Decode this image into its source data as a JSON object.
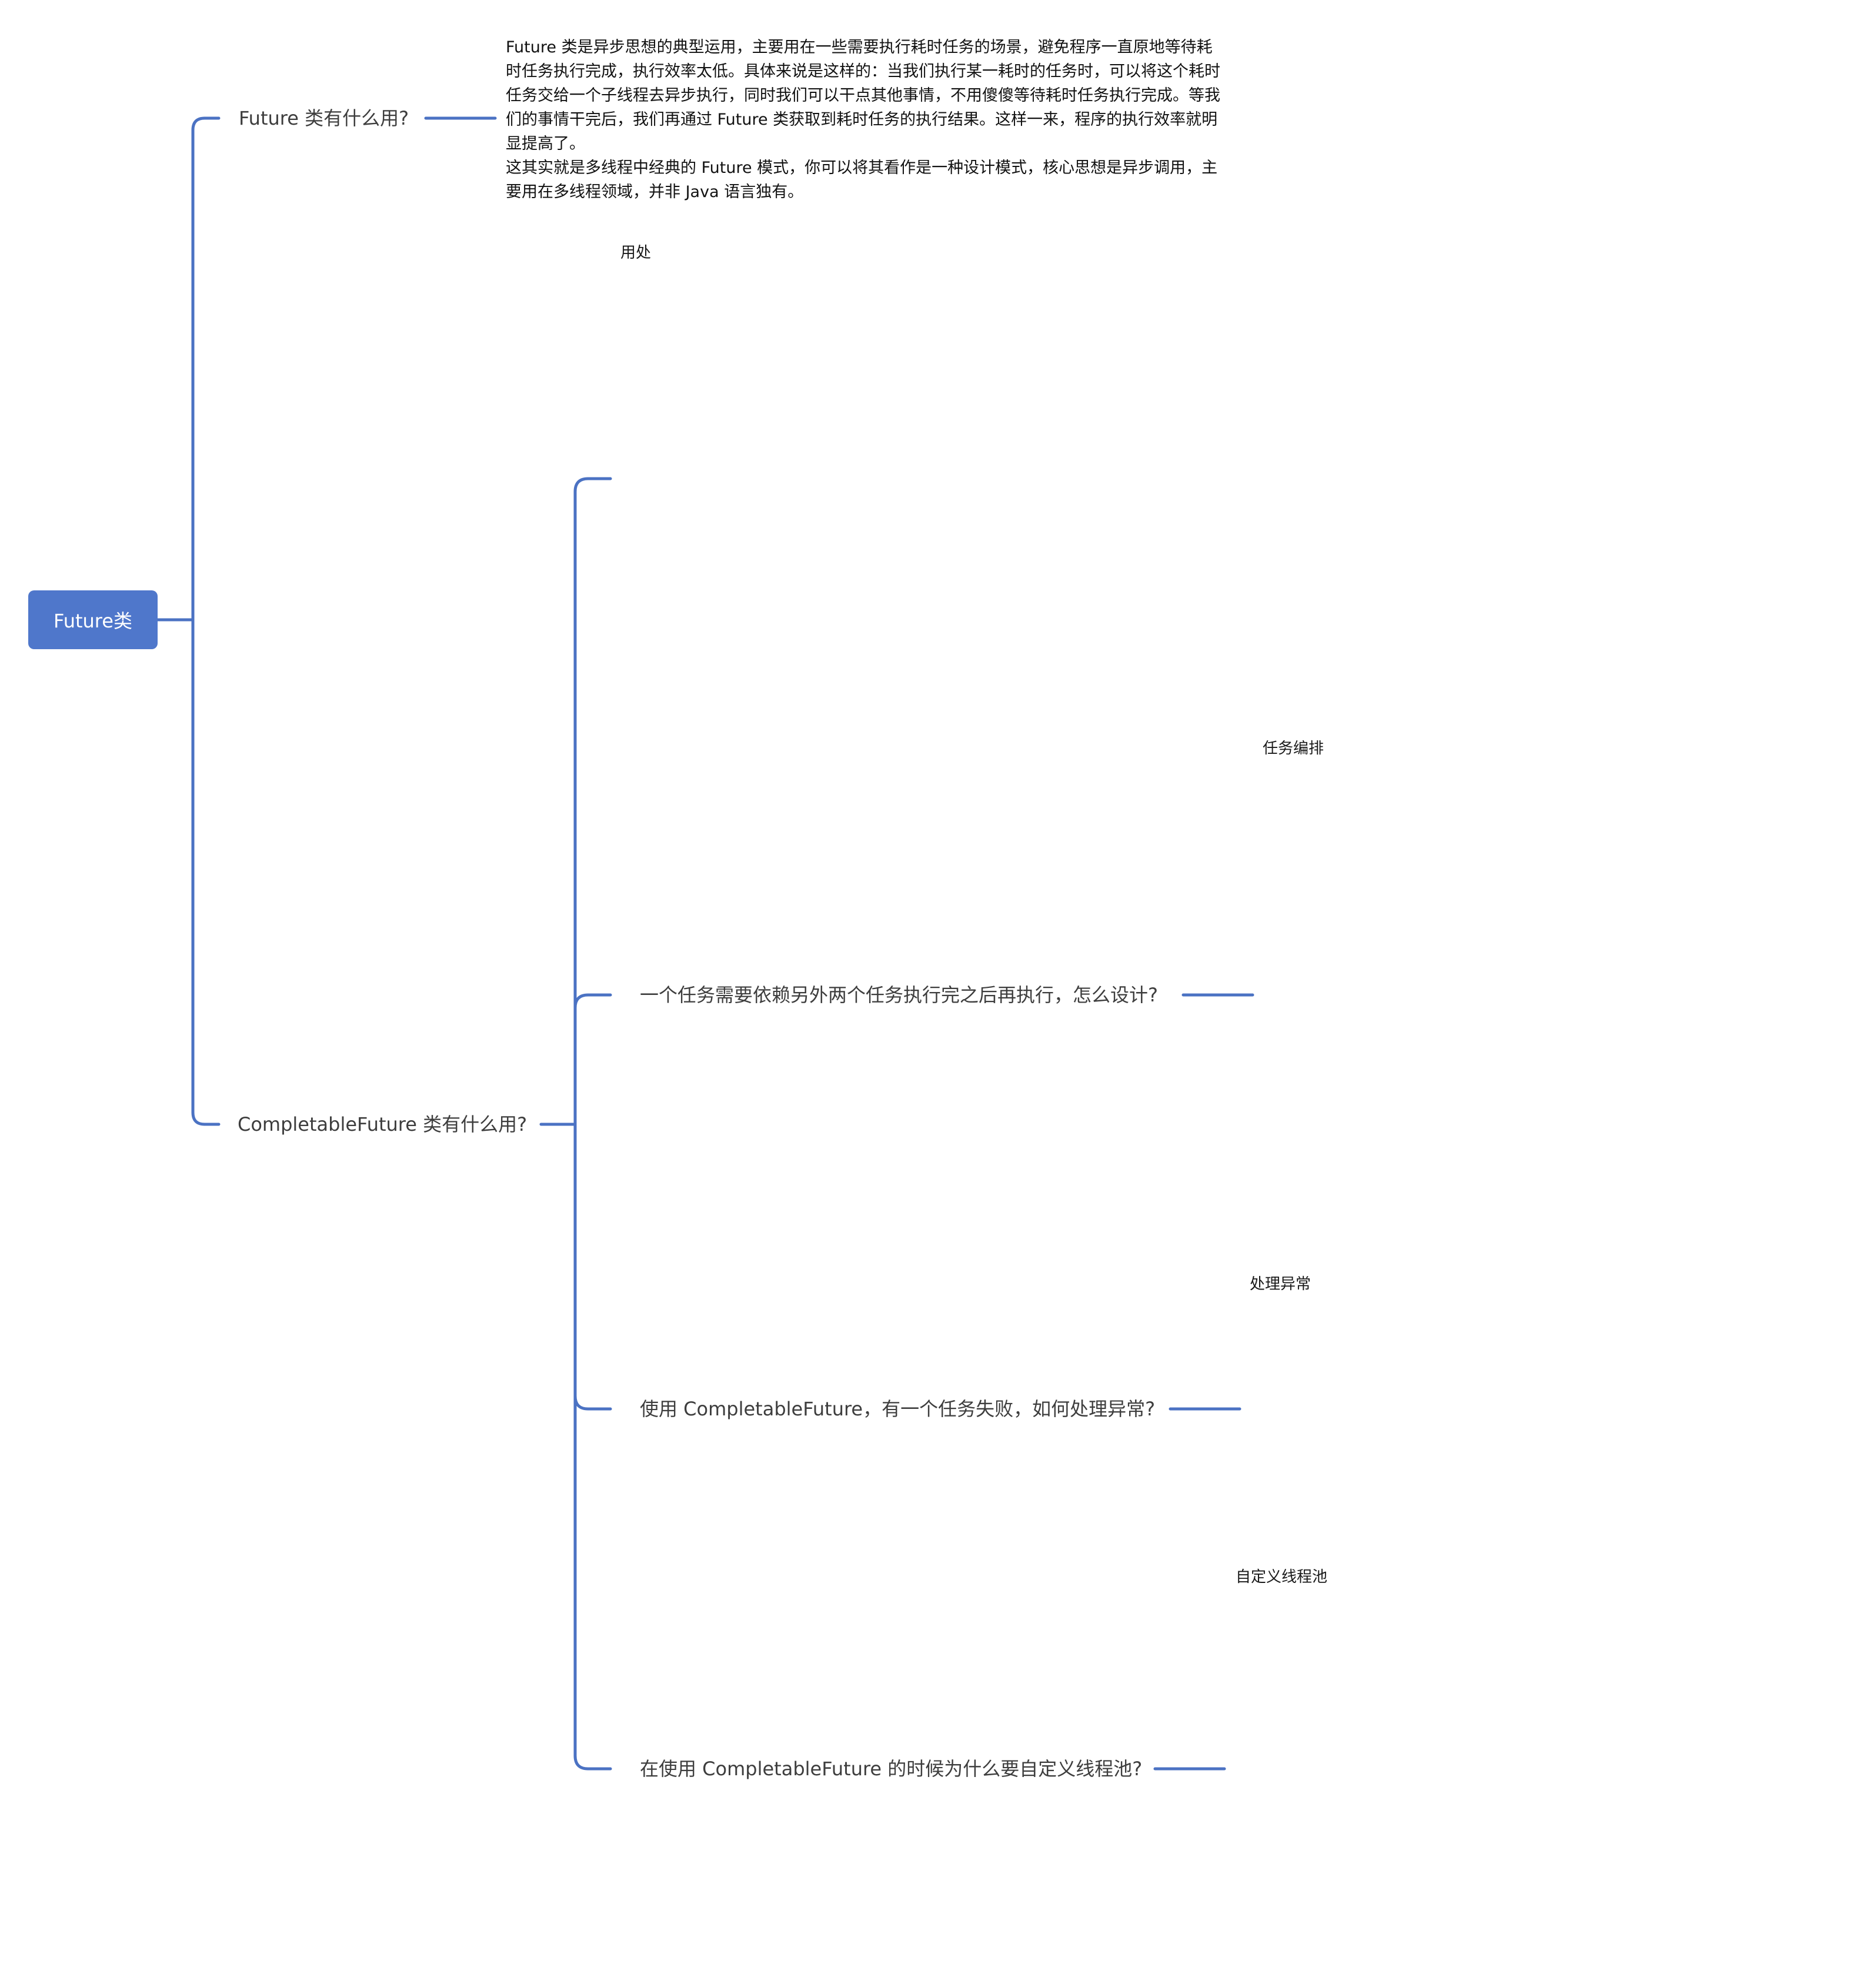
{
  "root": {
    "label": "Future类"
  },
  "branches": [
    {
      "title": "Future 类有什么用?",
      "description": [
        "Future 类是异步思想的典型运用，主要用在一些需要执行耗时任务的场景，避免程序一直原地等待耗时任务执行完成，执行效率太低。具体来说是这样的：当我们执行某一耗时的任务时，可以将这个耗时任务交给一个子线程去异步执行，同时我们可以干点其他事情，不用傻傻等待耗时任务执行完成。等我们的事情干完后，我们再通过 Future 类获取到耗时任务的执行结果。这样一来，程序的执行效率就明显提高了。",
        "这其实就是多线程中经典的 Future 模式，你可以将其看作是一种设计模式，核心思想是异步调用，主要用在多线程领域，并非 Java 语言独有。"
      ],
      "note": "用处"
    },
    {
      "title": "CompletableFuture 类有什么用?",
      "children": [
        {
          "title": "一个任务需要依赖另外两个任务执行完之后再执行，怎么设计?",
          "note": "任务编排"
        },
        {
          "title": "使用 CompletableFuture，有一个任务失败，如何处理异常?",
          "note": "处理异常"
        },
        {
          "title": "在使用 CompletableFuture 的时候为什么要自定义线程池?",
          "note": "自定义线程池"
        }
      ]
    }
  ],
  "colors": {
    "connector": "#4b72c3",
    "root_fill": "#4f77cb",
    "root_text": "#ffffff",
    "topic_text": "#3d3d3d"
  }
}
